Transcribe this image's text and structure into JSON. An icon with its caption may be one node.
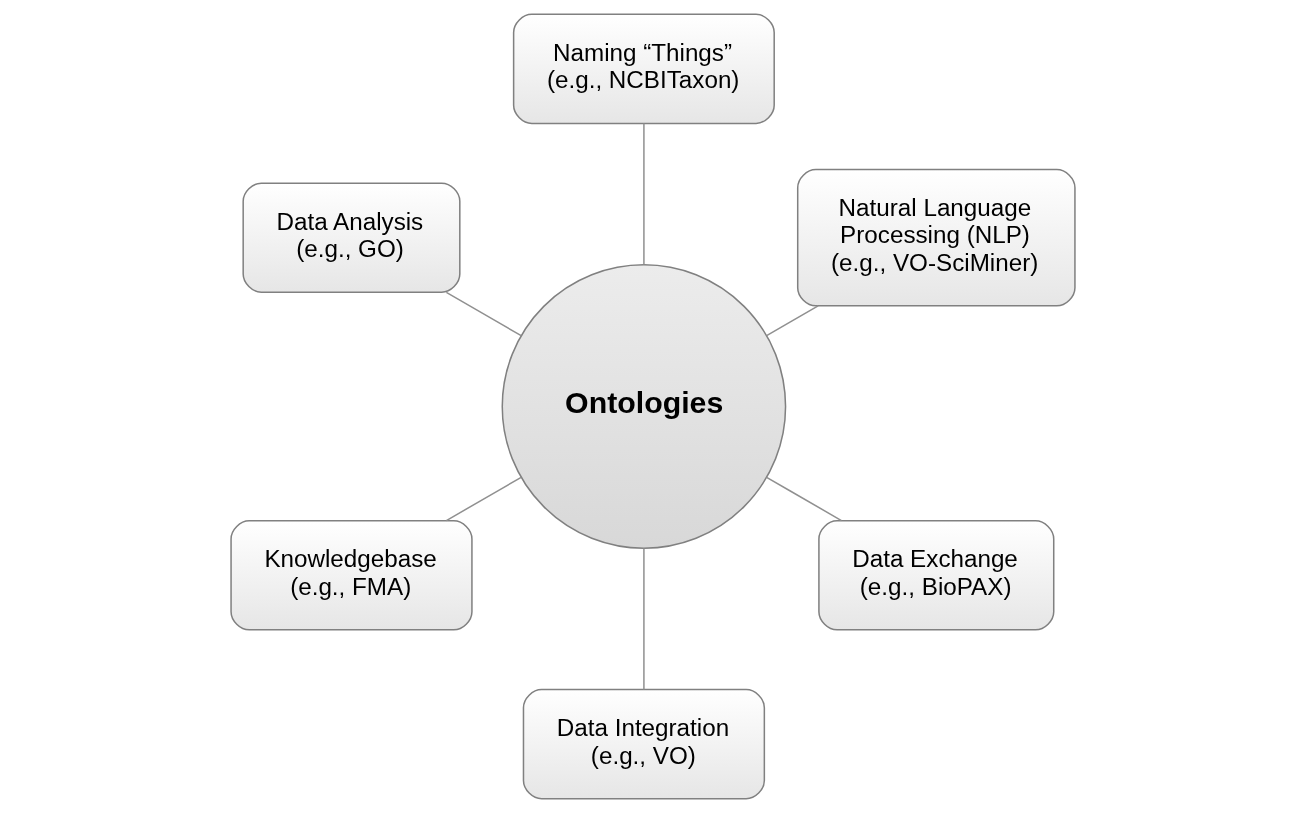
{
  "diagram": {
    "nodes": [
      {
        "text": [
          "Natural Language Processing (NLP)",
          "(e.g., VO-SciMiner)"
        ]
      },
      {
        "text": [
          "Naming “Things”",
          "(e.g., NCBITaxon)"
        ]
      },
      {
        "text": [
          "Data Analysis",
          "(e.g., GO)"
        ]
      },
      {
        "text": [
          "Ontologies"
        ]
      },
      {
        "text": [
          "Knowledgebase",
          "(e.g., FMA)"
        ]
      },
      {
        "text": [
          "Data Integration",
          "(e.g., VO)"
        ]
      },
      {
        "text": [
          "Data Exchange",
          "(e.g., BioPAX)"
        ]
      }
    ],
    "edges": [
      {
        "from": 3,
        "to": 0,
        "arrow": "none"
      },
      {
        "from": 3,
        "to": 1,
        "arrow": "none"
      },
      {
        "from": 3,
        "to": 2,
        "arrow": "none"
      },
      {
        "from": 3,
        "to": 4,
        "arrow": "none"
      },
      {
        "from": 3,
        "to": 5,
        "arrow": "none"
      },
      {
        "from": 3,
        "to": 6,
        "arrow": "none"
      }
    ]
  }
}
